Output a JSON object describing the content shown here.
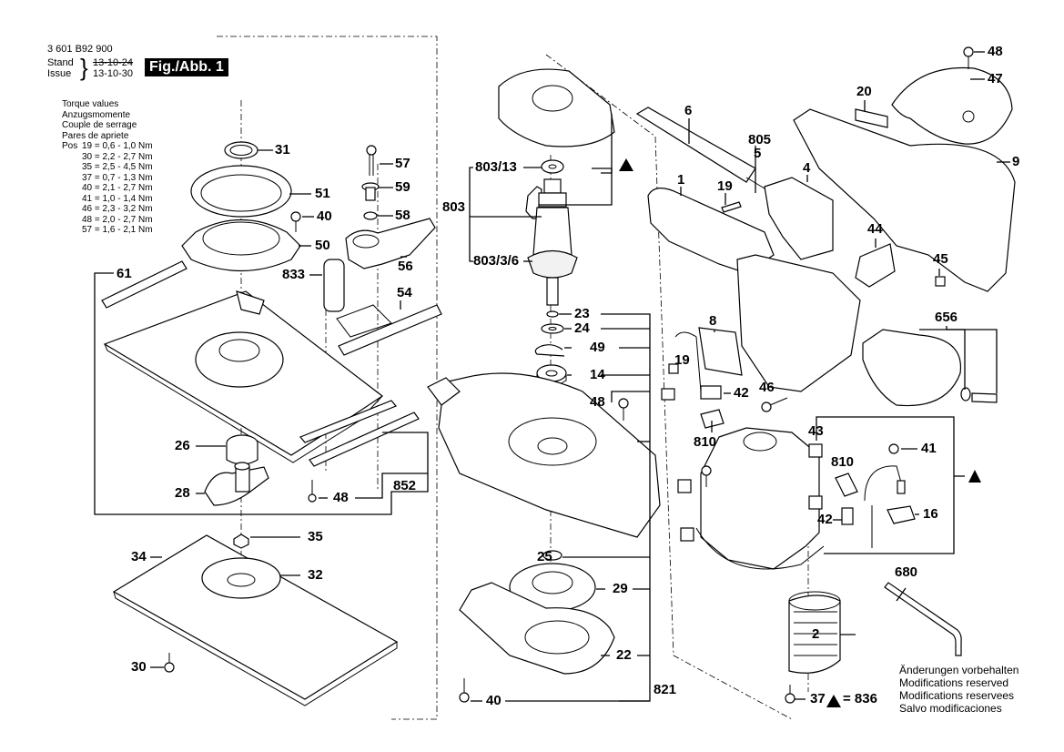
{
  "header": {
    "part_number": "3 601 B92 900",
    "stand_label": "Stand",
    "issue_label": "Issue",
    "old_date": "13-10-24",
    "new_date": "13-10-30",
    "figure_label": "Fig./Abb. 1"
  },
  "torque": {
    "titles": [
      "Torque values",
      "Anzugsmomente",
      "Couple de serrage",
      "Pares de apriete"
    ],
    "pos_label": "Pos",
    "values": [
      {
        "pos": "19",
        "range": "0,6 - 1,0 Nm"
      },
      {
        "pos": "30",
        "range": "2,2 - 2,7 Nm"
      },
      {
        "pos": "35",
        "range": "2,5 - 4,5 Nm"
      },
      {
        "pos": "37",
        "range": "0,7 - 1,3 Nm"
      },
      {
        "pos": "40",
        "range": "2,1 - 2,7 Nm"
      },
      {
        "pos": "41",
        "range": "1,0 - 1,4 Nm"
      },
      {
        "pos": "46",
        "range": "2,3 - 3,2 Nm"
      },
      {
        "pos": "48",
        "range": "2,0 - 2,7 Nm"
      },
      {
        "pos": "57",
        "range": "1,6 - 2,1 Nm"
      }
    ]
  },
  "labels": {
    "p31": "31",
    "p51": "51",
    "p40a": "40",
    "p50": "50",
    "p61": "61",
    "p57": "57",
    "p59": "59",
    "p58": "58",
    "p56": "56",
    "p833": "833",
    "p54": "54",
    "p26": "26",
    "p28": "28",
    "p48a": "48",
    "p852": "852",
    "p35": "35",
    "p34": "34",
    "p32": "32",
    "p30": "30",
    "p803_13": "803/13",
    "p803": "803",
    "p803_3_6": "803/3/6",
    "p23": "23",
    "p24": "24",
    "p49": "49",
    "p14": "14",
    "p48b": "48",
    "p25": "25",
    "p29": "29",
    "p22": "22",
    "p821": "821",
    "p40b": "40",
    "p6": "6",
    "p805": "805",
    "p5": "5",
    "p4": "4",
    "p1": "1",
    "p19a": "19",
    "p20": "20",
    "p9": "9",
    "p48c": "48",
    "p47": "47",
    "p44": "44",
    "p45": "45",
    "p656": "656",
    "p8": "8",
    "p19b": "19",
    "p42a": "42",
    "p46": "46",
    "p810a": "810",
    "p43": "43",
    "p41": "41",
    "p810b": "810",
    "p42b": "42",
    "p16": "16",
    "p680": "680",
    "p2": "2",
    "p37": "37",
    "triangle_eq": "= 836"
  },
  "notes": [
    "Änderungen vorbehalten",
    "Modifications reserved",
    "Modifications reservees",
    "Salvo modificaciones"
  ]
}
